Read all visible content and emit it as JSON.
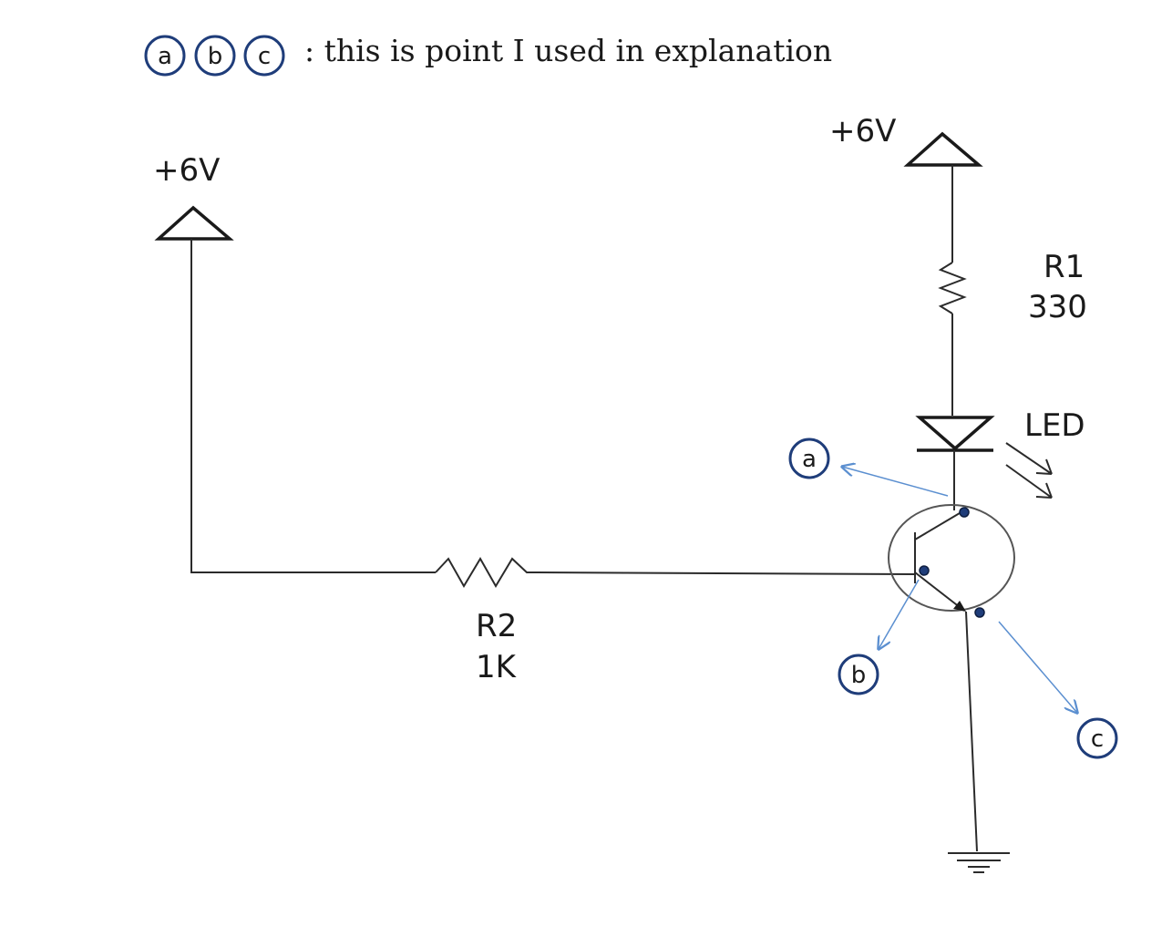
{
  "legend": {
    "markers": [
      "a",
      "b",
      "c"
    ],
    "text": ": this is point I used in explanation"
  },
  "supply_left": {
    "label": "+6V"
  },
  "supply_right": {
    "label": "+6V"
  },
  "r1": {
    "name": "R1",
    "value": "330"
  },
  "r2": {
    "name": "R2",
    "value": "1K"
  },
  "led": {
    "label": "LED"
  },
  "points": {
    "a": "a",
    "b": "b",
    "c": "c"
  },
  "colors": {
    "marker_ring": "#1f3d7a",
    "pointer_arrow": "#5b8fd0",
    "wire": "#2b2b2b"
  }
}
